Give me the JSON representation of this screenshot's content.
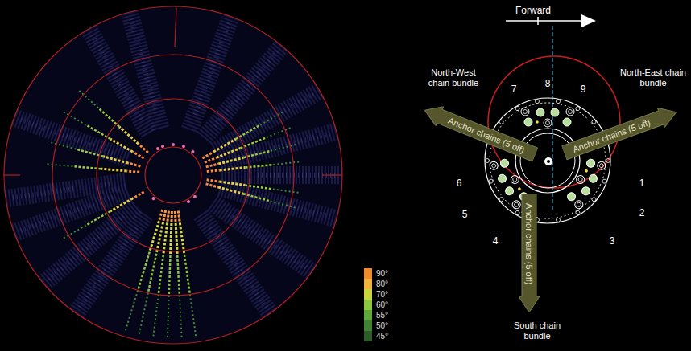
{
  "diagram": {
    "nodes": [
      {
        "text": [
          "Anchor chains (5 off)"
        ]
      },
      {
        "text": [
          "Anchor chains (5 off)"
        ]
      },
      {
        "text": [
          "Anchor chains (5 off)"
        ]
      }
    ],
    "labels": [
      "Forward",
      "North-West chain bundle",
      "North-East chain bundle",
      "South chain bundle",
      "1",
      "2",
      "3",
      "4",
      "5",
      "6",
      "7",
      "8",
      "9"
    ],
    "legend": [
      {
        "text": "90°",
        "color": "#ef8a2e"
      },
      {
        "text": "80°",
        "color": "#f2b33a"
      },
      {
        "text": "70°",
        "color": "#c9d63b"
      },
      {
        "text": "60°",
        "color": "#8cc63f"
      },
      {
        "text": "55°",
        "color": "#5fa83a"
      },
      {
        "text": "50°",
        "color": "#3f8433"
      },
      {
        "text": "45°",
        "color": "#2d5e29"
      }
    ]
  }
}
